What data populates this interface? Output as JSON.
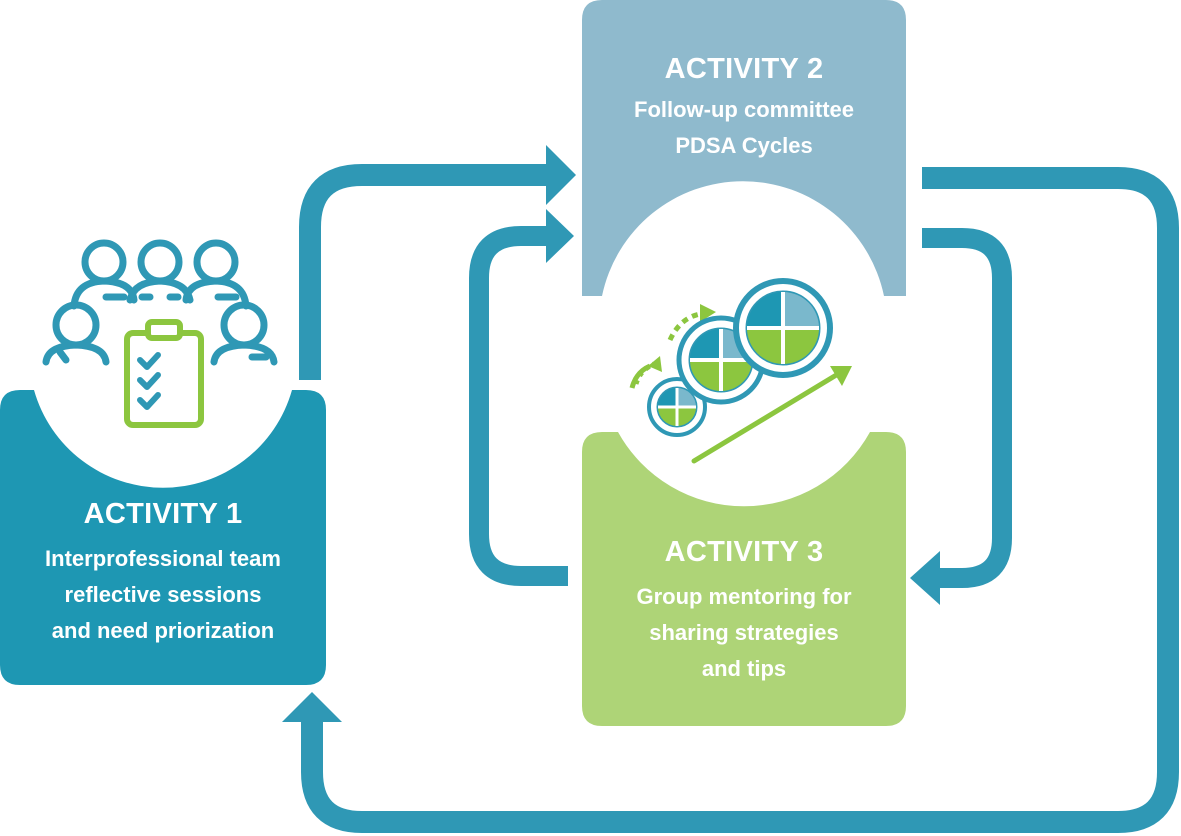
{
  "colors": {
    "teal_dark": "#1e97b3",
    "teal_arrow": "#2f98b5",
    "blue_gray": "#8fbacd",
    "green_light": "#aed477",
    "green_bright": "#8cc63f",
    "white": "#ffffff"
  },
  "activities": [
    {
      "title": "ACTIVITY 1",
      "lines": [
        "Interprofessional team",
        "reflective sessions",
        "and need priorization"
      ],
      "icon": "team-checklist-icon"
    },
    {
      "title": "ACTIVITY 2",
      "lines": [
        "Follow-up committee",
        "PDSA Cycles"
      ],
      "icon": null
    },
    {
      "title": "ACTIVITY 3",
      "lines": [
        "Group mentoring for",
        "sharing strategies",
        "and tips"
      ],
      "icon": "pdsa-cycles-growth-icon"
    }
  ]
}
